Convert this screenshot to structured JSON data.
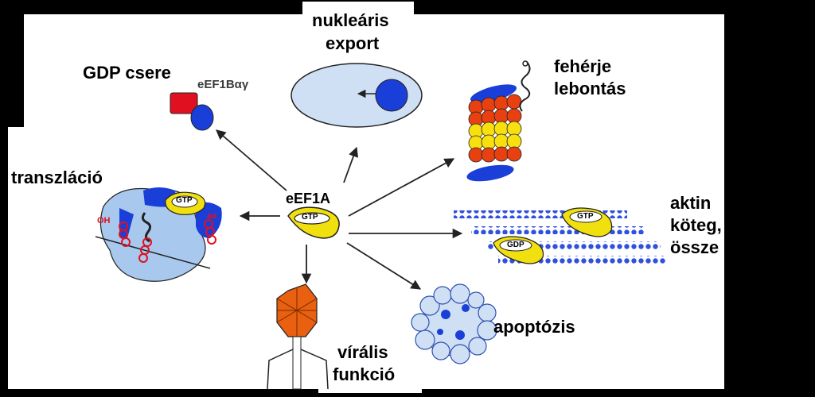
{
  "center": {
    "label": "eEF1A",
    "gtp": "GTP"
  },
  "nodes": {
    "gdp_exchange": {
      "label": "GDP csere",
      "complex": "eEF1Bαγ"
    },
    "nuclear_export": {
      "line1": "nukleáris",
      "line2": "export"
    },
    "protein_degradation": {
      "line1": "fehérje",
      "line2": "lebontás"
    },
    "translation": {
      "label": "transzláció",
      "gtp": "GTP",
      "aa_left": "OH",
      "aa_right": "aa"
    },
    "actin": {
      "line1": "aktin",
      "line2": "köteg,",
      "line3": "össze",
      "gtp": "GTP",
      "gdp": "GDP"
    },
    "apoptosis": {
      "label": "apoptózis"
    },
    "viral": {
      "line1": "vírális",
      "line2": "funkció"
    }
  },
  "colors": {
    "ribbon_yellow": "#f0e010",
    "blue": "#1a3fd8",
    "red": "#e01020",
    "light_blue": "#cfe0f5",
    "orange": "#e86010"
  }
}
